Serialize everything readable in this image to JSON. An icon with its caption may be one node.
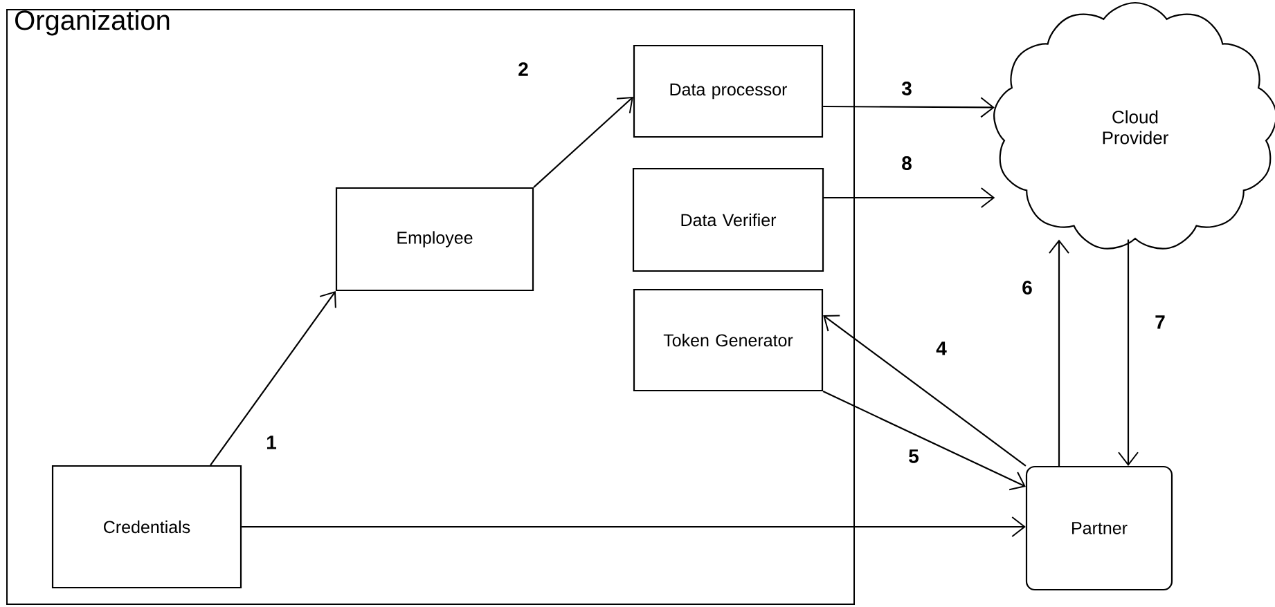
{
  "diagram": {
    "nodes": [
      {
        "text": [
          "Organization"
        ]
      },
      {
        "text": [
          "Employee"
        ],
        "in": 0
      },
      {
        "text": [
          "Credentials"
        ],
        "in": 0
      },
      {
        "text": [
          "Data processor"
        ],
        "in": 0
      },
      {
        "text": [
          "Data Verifier"
        ],
        "in": 0
      },
      {
        "text": [
          "Token Generator"
        ],
        "in": 0
      },
      {
        "text": [
          "Cloud Provider"
        ]
      },
      {
        "text": [
          "Partner"
        ]
      }
    ],
    "edges": [
      {
        "from": 2,
        "to": 1,
        "arrow": "to",
        "label": "1"
      },
      {
        "from": 1,
        "to": 3,
        "arrow": "to",
        "label": "2"
      },
      {
        "from": 3,
        "to": 6,
        "arrow": "to",
        "label": "3"
      },
      {
        "from": 7,
        "to": 5,
        "arrow": "to",
        "label": "4"
      },
      {
        "from": 5,
        "to": 7,
        "arrow": "to",
        "label": "5"
      },
      {
        "from": 7,
        "to": 6,
        "arrow": "to",
        "label": "6"
      },
      {
        "from": 6,
        "to": 7,
        "arrow": "to",
        "label": "7"
      },
      {
        "from": 4,
        "to": 6,
        "arrow": "to",
        "label": "8"
      },
      {
        "from": 2,
        "to": 7,
        "arrow": "to"
      }
    ]
  }
}
